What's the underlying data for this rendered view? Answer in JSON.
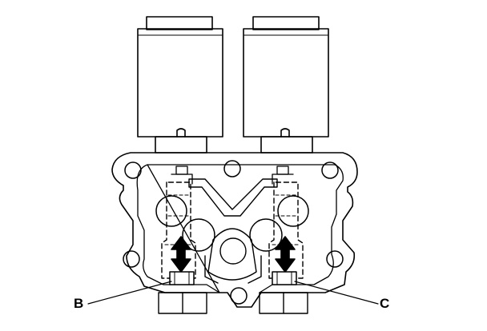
{
  "diagram": {
    "callouts": [
      {
        "id": "B",
        "text": "B"
      },
      {
        "id": "C",
        "text": "C"
      }
    ]
  }
}
